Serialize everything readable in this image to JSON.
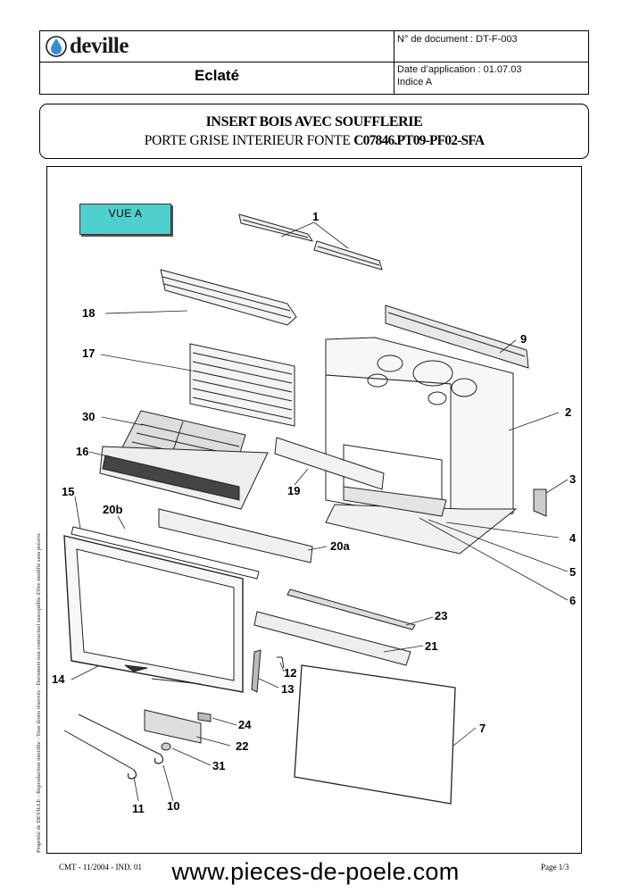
{
  "header": {
    "logo_text": "deville",
    "doc_title": "Eclaté",
    "doc_number": "N° de document : DT-F-003",
    "date_application": "Date d’application : 01.07.03",
    "indice": "Indice A"
  },
  "title": {
    "line1": "INSERT BOIS AVEC SOUFFLERIE",
    "line2_plain": "PORTE GRISE INTERIEUR FONTE ",
    "line2_code": "C07846.PT09-PF02-SFA"
  },
  "view_label": "VUE A",
  "part_numbers": [
    "1",
    "18",
    "9",
    "17",
    "2",
    "30",
    "16",
    "19",
    "3",
    "15",
    "20b",
    "4",
    "20a",
    "5",
    "6",
    "23",
    "21",
    "14",
    "12",
    "13",
    "24",
    "7",
    "22",
    "31",
    "11",
    "10"
  ],
  "side_note": "Propriété de DEVILLE - Reproduction interdite - Tous droits réservés - Document non contractuel susceptible d'être modifié sans préavis",
  "footer": {
    "left": "CMT - 11/2004 - IND. 01",
    "website": "www.pieces-de-poele.com",
    "page": "Page 1/3"
  }
}
